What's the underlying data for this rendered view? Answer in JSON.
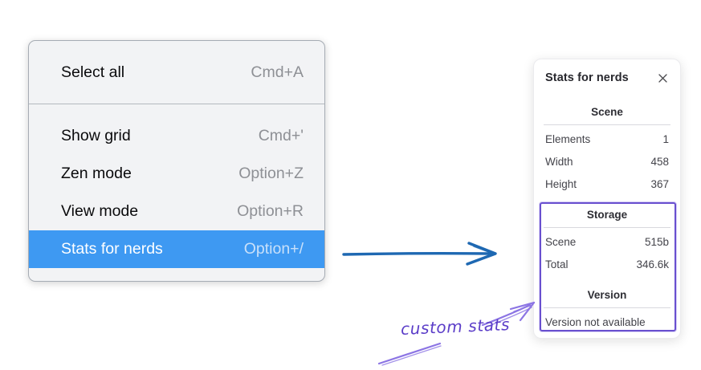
{
  "context_menu": {
    "groups": [
      {
        "items": [
          {
            "label": "Select all",
            "shortcut": "Cmd+A",
            "highlighted": false
          }
        ]
      },
      {
        "items": [
          {
            "label": "Show grid",
            "shortcut": "Cmd+'",
            "highlighted": false
          },
          {
            "label": "Zen mode",
            "shortcut": "Option+Z",
            "highlighted": false
          },
          {
            "label": "View mode",
            "shortcut": "Option+R",
            "highlighted": false
          },
          {
            "label": "Stats for nerds",
            "shortcut": "Option+/",
            "highlighted": true
          }
        ]
      }
    ]
  },
  "stats_panel": {
    "title": "Stats for nerds",
    "close_icon": "x-icon",
    "sections": {
      "scene": {
        "heading": "Scene",
        "rows": [
          {
            "label": "Elements",
            "value": "1"
          },
          {
            "label": "Width",
            "value": "458"
          },
          {
            "label": "Height",
            "value": "367"
          }
        ]
      },
      "storage": {
        "heading": "Storage",
        "rows": [
          {
            "label": "Scene",
            "value": "515b"
          },
          {
            "label": "Total",
            "value": "346.6k"
          }
        ]
      },
      "version": {
        "heading": "Version",
        "note": "Version not available"
      }
    }
  },
  "annotations": {
    "custom_stats_label": "custom stats"
  },
  "colors": {
    "menu_highlight": "#3e99f2",
    "menu_shortcut_gray": "#8e9095",
    "blue_arrow": "#1e68b2",
    "purple_box": "#6950cf",
    "purple_arrow": "#8c75e4",
    "purple_text": "#5b3dc8"
  }
}
